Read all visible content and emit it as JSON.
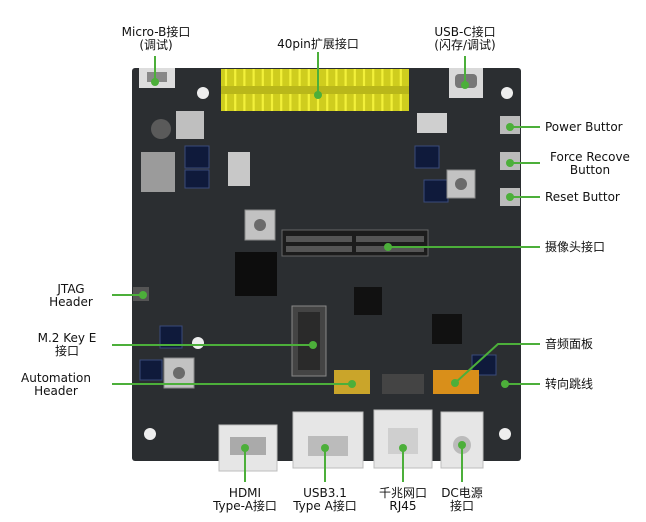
{
  "callouts": {
    "micro_b": {
      "line1": "Micro-B接口",
      "line2": "(调试)"
    },
    "gpio40": {
      "line1": "40pin扩展接口"
    },
    "usb_c": {
      "line1": "USB-C接口",
      "line2": "(闪存/调试)"
    },
    "power_button": {
      "line1": "Power Buttor"
    },
    "force_recovery": {
      "line1": "Force Recove",
      "line2": "Button"
    },
    "reset_button": {
      "line1": "Reset Buttor"
    },
    "camera": {
      "line1": "摄像头接口"
    },
    "jtag": {
      "line1": "JTAG",
      "line2": "Header"
    },
    "m2": {
      "line1": "M.2 Key E",
      "line2": "接口"
    },
    "automation": {
      "line1": "Automation",
      "line2": "Header"
    },
    "audio": {
      "line1": "音频面板"
    },
    "jumper": {
      "line1": "转向跳线"
    },
    "hdmi": {
      "line1": "HDMI",
      "line2": "Type-A接口"
    },
    "usb31": {
      "line1": "USB3.1",
      "line2": "Type A接口"
    },
    "rj45": {
      "line1": "千兆网口",
      "line2": "RJ45"
    },
    "dc": {
      "line1": "DC电源",
      "line2": "接口"
    }
  },
  "colors": {
    "pcb": "#2b2e31",
    "callout": "#4caf3a",
    "header_pin": "#e3e128",
    "port": "#e6e6e6"
  }
}
